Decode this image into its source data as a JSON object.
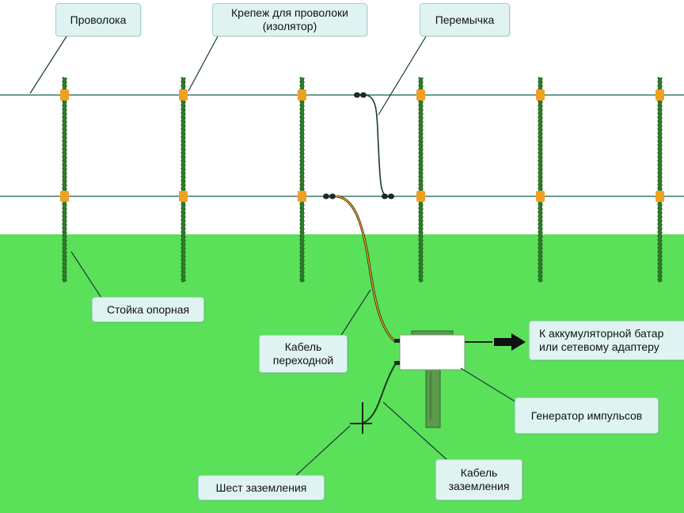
{
  "labels": {
    "wire": "Проволока",
    "insulator_line1": "Крепеж для проволоки",
    "insulator_line2": "(изолятор)",
    "jumper": "Перемычка",
    "support_post": "Стойка опорная",
    "transition_cable_line1": "Кабель",
    "transition_cable_line2": "переходной",
    "battery_line1": "К аккумуляторной батар",
    "battery_line2": "или сетевому адаптеру",
    "pulse_generator": "Генератор импульсов",
    "ground_rod": "Шест заземления",
    "ground_cable_line1": "Кабель",
    "ground_cable_line2": "заземления"
  },
  "colors": {
    "sky": "#ffffff",
    "grass": "#5be05a",
    "wire": "#3a7a6a",
    "post": "#2f7a2a",
    "insulator": "#f0a020",
    "callout_fill": "#dff4f2",
    "cable_live": "#f0a020",
    "generator": "#ffffff",
    "ground_cable": "#1a3a1a"
  }
}
